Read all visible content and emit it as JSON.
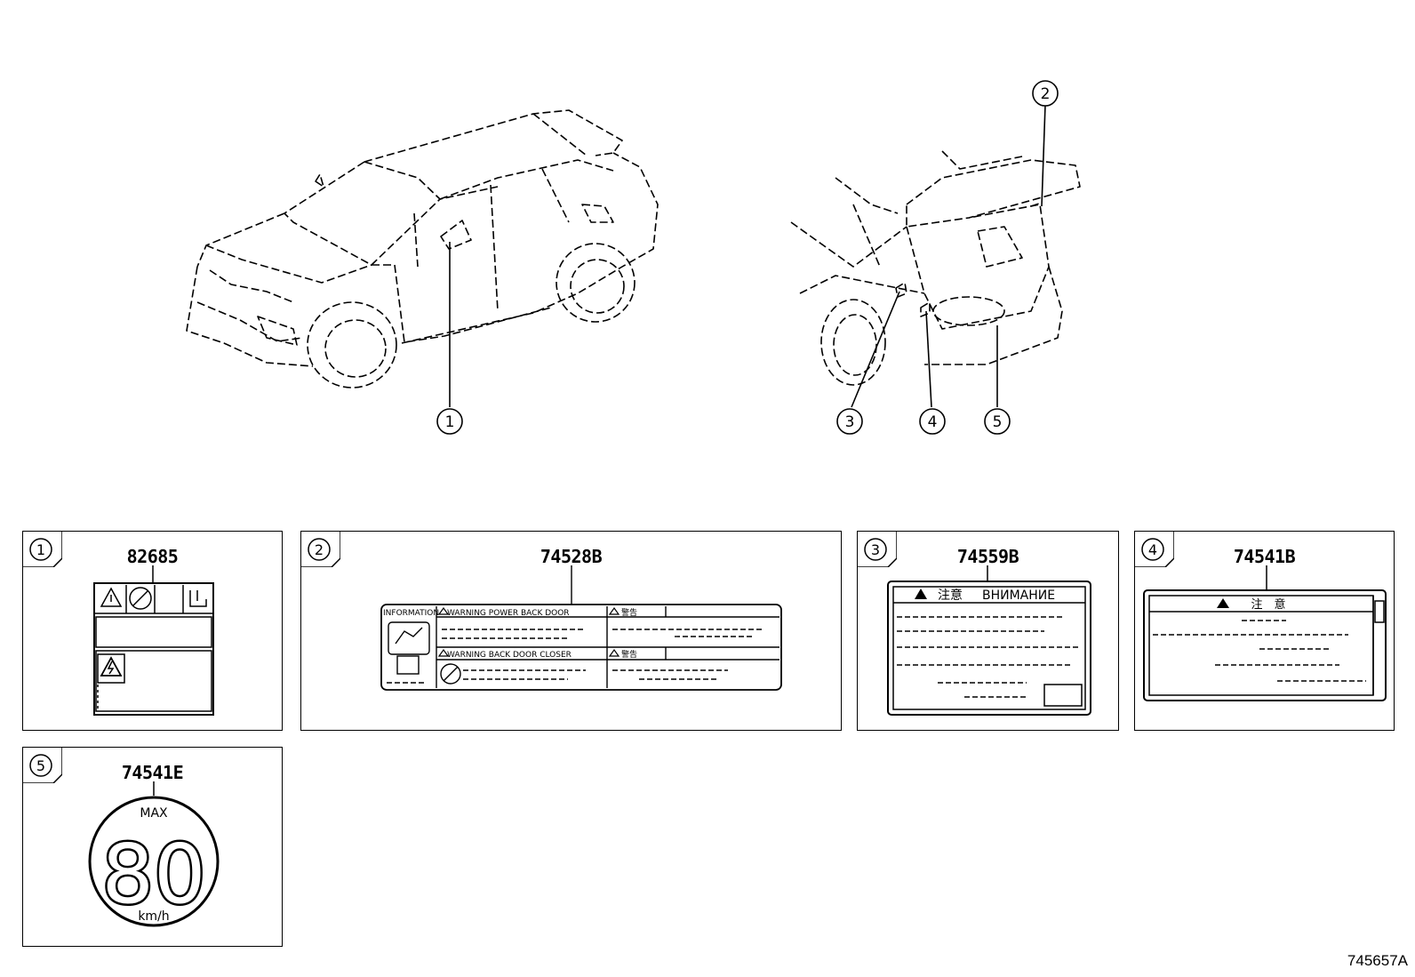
{
  "callouts": [
    "1",
    "2",
    "3",
    "4",
    "5"
  ],
  "panels": [
    {
      "num": "1",
      "part": "82685"
    },
    {
      "num": "2",
      "part": "74528B"
    },
    {
      "num": "3",
      "part": "74559B"
    },
    {
      "num": "4",
      "part": "74541B"
    },
    {
      "num": "5",
      "part": "74541E"
    }
  ],
  "label2": {
    "information": "INFORMATION",
    "warning_power": "WARNING POWER BACK DOOR",
    "warning_closer": "WARNING BACK DOOR CLOSER",
    "kanji_warn": "警告",
    "kanji_warn2": "警告"
  },
  "label3": {
    "cn": "注意",
    "ru": "ВНИМАНИЕ"
  },
  "label4": {
    "cn": "注　意"
  },
  "label5": {
    "max": "MAX",
    "speed": "80",
    "unit": "km/h"
  },
  "drawing_id": "745657A"
}
